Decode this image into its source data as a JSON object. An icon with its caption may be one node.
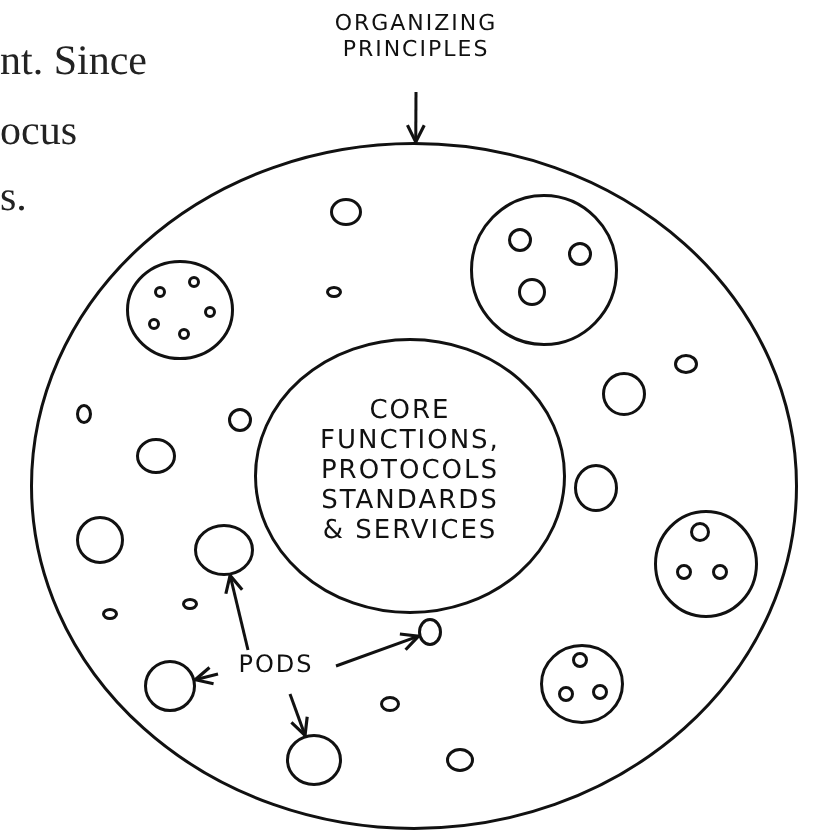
{
  "diagram": {
    "nodes": [
      {
        "text": [
          "ORGANIZING PRINCIPLES"
        ]
      },
      {
        "text": [],
        "shape": "circle"
      },
      {
        "text": [],
        "shape": "circle",
        "in": 1
      },
      {
        "text": [],
        "shape": "circle",
        "in": 1
      },
      {
        "text": [],
        "shape": "circle",
        "in": 3
      },
      {
        "text": [],
        "shape": "circle",
        "in": 3
      },
      {
        "text": [],
        "shape": "circle",
        "in": 3
      },
      {
        "text": [],
        "shape": "circle",
        "in": 1
      },
      {
        "text": [],
        "shape": "circle",
        "in": 7
      },
      {
        "text": [],
        "shape": "circle",
        "in": 7
      },
      {
        "text": [],
        "shape": "circle",
        "in": 7
      },
      {
        "text": [],
        "shape": "circle",
        "in": 7
      },
      {
        "text": [],
        "shape": "circle",
        "in": 7
      },
      {
        "text": [],
        "shape": "circle",
        "in": 1
      },
      {
        "text": [],
        "shape": "circle",
        "in": 1
      },
      {
        "text": [],
        "shape": "circle",
        "in": 1
      },
      {
        "text": [],
        "shape": "circle",
        "in": 1
      },
      {
        "text": [],
        "shape": "circle",
        "in": 1
      },
      {
        "text": [
          "CORE FUNCTIONS, PROTOCOLS STANDARDS & SERVICES"
        ],
        "in": 1
      },
      {
        "text": [],
        "shape": "circle",
        "in": 1
      },
      {
        "text": [],
        "shape": "circle",
        "in": 1
      },
      {
        "text": [],
        "shape": "circle",
        "in": 1
      },
      {
        "text": [],
        "shape": "circle",
        "in": 1
      },
      {
        "text": [],
        "shape": "circle",
        "in": 1
      },
      {
        "text": [],
        "shape": "circle",
        "in": 23
      },
      {
        "text": [],
        "shape": "circle",
        "in": 23
      },
      {
        "text": [],
        "shape": "circle",
        "in": 23
      },
      {
        "text": [],
        "shape": "circle",
        "in": 1
      },
      {
        "text": [],
        "shape": "circle",
        "in": 1
      },
      {
        "text": [
          "PODS"
        ],
        "in": 1
      },
      {
        "text": [],
        "shape": "circle",
        "in": 1
      },
      {
        "text": [],
        "shape": "circle",
        "in": 1
      },
      {
        "text": [],
        "shape": "circle",
        "in": 1
      },
      {
        "text": [],
        "shape": "circle",
        "in": 32
      },
      {
        "text": [],
        "shape": "circle",
        "in": 32
      },
      {
        "text": [],
        "shape": "circle",
        "in": 32
      },
      {
        "text": [],
        "shape": "circle",
        "in": 1
      },
      {
        "text": [],
        "shape": "circle",
        "in": 1
      },
      {
        "text": [],
        "shape": "circle",
        "in": 1
      }
    ],
    "edges": [
      {
        "from": 0,
        "to": 1,
        "arrow": "to"
      },
      {
        "from": 29,
        "to": 22,
        "arrow": "to"
      },
      {
        "from": 29,
        "to": 31,
        "arrow": "to"
      },
      {
        "from": 29,
        "to": 30,
        "arrow": "to"
      },
      {
        "from": 29,
        "to": 37,
        "arrow": "to"
      }
    ],
    "labels": [
      "nt. Since",
      "ocus",
      "s."
    ]
  }
}
